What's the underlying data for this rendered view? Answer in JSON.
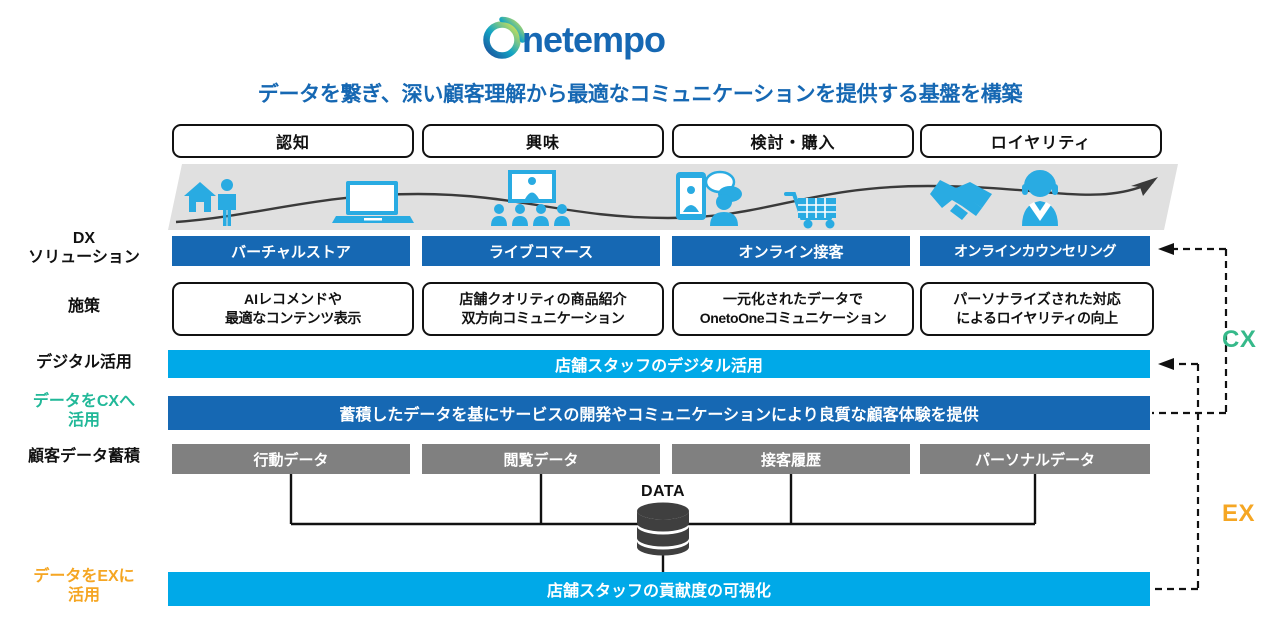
{
  "brand": {
    "logo_text": "Onetempo",
    "logo_mark": "ring-o-icon",
    "logo_color_dark": "#1b4f9c",
    "logo_color_mid": "#13a5c4",
    "logo_color_light": "#e3e84a",
    "wordmark_color": "#1668b3"
  },
  "subtitle": "データを繋ぎ、深い顧客理解から最適なコミュニケーションを提供する基盤を構築",
  "stages": [
    {
      "label": "認知"
    },
    {
      "label": "興味"
    },
    {
      "label": "検討・購入"
    },
    {
      "label": "ロイヤリティ"
    }
  ],
  "journey": {
    "band_color": "#e0e0e0",
    "path_color": "#3a3a3a",
    "icon_color": "#29abe2",
    "icons": [
      "house-icon",
      "person-standing-icon",
      "laptop-icon",
      "presentation-screen-icon",
      "audience-people-icon",
      "smartphone-video-chat-icon",
      "customer-person-icon",
      "shopping-cart-icon",
      "handshake-icon",
      "headset-agent-icon",
      "arrow-head-icon"
    ]
  },
  "row_labels": {
    "dx_solution_line1": "DX",
    "dx_solution_line2": "ソリューション",
    "measures": "施策",
    "digital_use": "デジタル活用",
    "data_to_cx_line1": "データをCXへ",
    "data_to_cx_line2": "活用",
    "customer_data": "顧客データ蓄積",
    "data_to_ex_line1": "データをEXに",
    "data_to_ex_line2": "活用"
  },
  "dx_solutions": [
    {
      "label": "バーチャルストア"
    },
    {
      "label": "ライブコマース"
    },
    {
      "label": "オンライン接客"
    },
    {
      "label": "オンラインカウンセリング"
    }
  ],
  "measures": [
    {
      "line1": "AIレコメンドや",
      "line2": "最適なコンテンツ表示"
    },
    {
      "line1": "店舗クオリティの商品紹介",
      "line2": "双方向コミュニケーション"
    },
    {
      "line1": "一元化されたデータで",
      "line2": "OnetoOneコミュニケーション"
    },
    {
      "line1": "パーソナライズされた対応",
      "line2": "によるロイヤリティの向上"
    }
  ],
  "bars": {
    "digital": "店舗スタッフのデジタル活用",
    "cx": "蓄積したデータを基にサービスの開発やコミュニケーションにより良質な顧客体験を提供",
    "ex": "店舗スタッフの貢献度の可視化"
  },
  "data_boxes": [
    {
      "label": "行動データ"
    },
    {
      "label": "閲覧データ"
    },
    {
      "label": "接客履歴"
    },
    {
      "label": "パーソナルデータ"
    }
  ],
  "data_store": {
    "label": "DATA",
    "icon": "database-cylinder-icon",
    "color": "#3f3f3f"
  },
  "side_labels": {
    "cx": "CX",
    "ex": "EX"
  },
  "colors": {
    "dark_blue": "#1668b3",
    "light_blue": "#00a9e8",
    "gray": "#808080",
    "band_gray": "#e0e0e0",
    "teal": "#21b898",
    "teal_side": "#36b98a",
    "orange": "#f5a623",
    "black": "#111111"
  }
}
